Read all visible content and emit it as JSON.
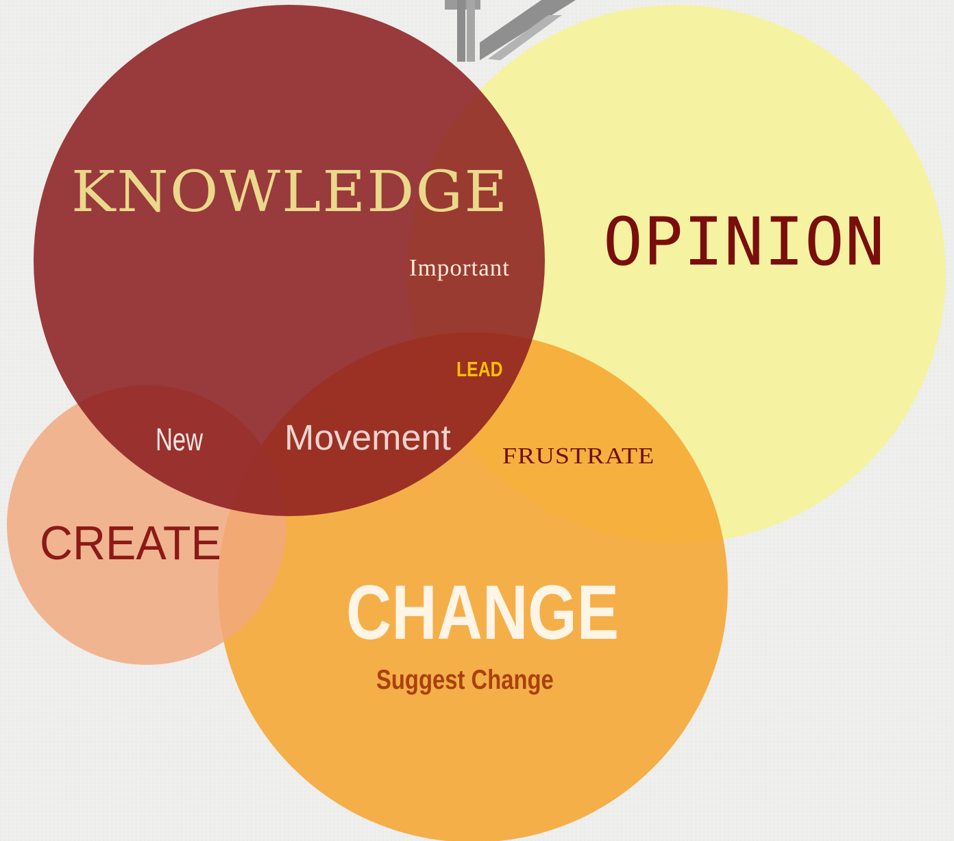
{
  "diagram": {
    "type": "venn",
    "circles": [
      {
        "id": "opinion",
        "color": "#f5f3a2"
      },
      {
        "id": "change",
        "color": "#f6a32c"
      },
      {
        "id": "create",
        "color": "#f1a77c"
      },
      {
        "id": "knowledge",
        "color": "#8b1c1e"
      }
    ],
    "labels": {
      "knowledge": "KNOWLEDGE",
      "opinion": "OPINION",
      "important": "Important",
      "lead": "LEAD",
      "new": "New",
      "movement": "Movement",
      "frustrate": "FRUSTRATE",
      "create": "CREATE",
      "change": "CHANGE",
      "suggest_change": "Suggest Change"
    },
    "label_colors": {
      "knowledge": "#ead98a",
      "opinion": "#7a0e0c",
      "important": "#f6eadb",
      "lead": "#ffc200",
      "new": "#f4e6e2",
      "movement": "#f0d4cf",
      "frustrate": "#6e1010",
      "create": "#8b1a16",
      "change": "#fff5e6",
      "suggest_change": "#a9410e"
    },
    "background_color": "#eeeeec",
    "decoration_icon": "gray-arrow-graphic"
  }
}
